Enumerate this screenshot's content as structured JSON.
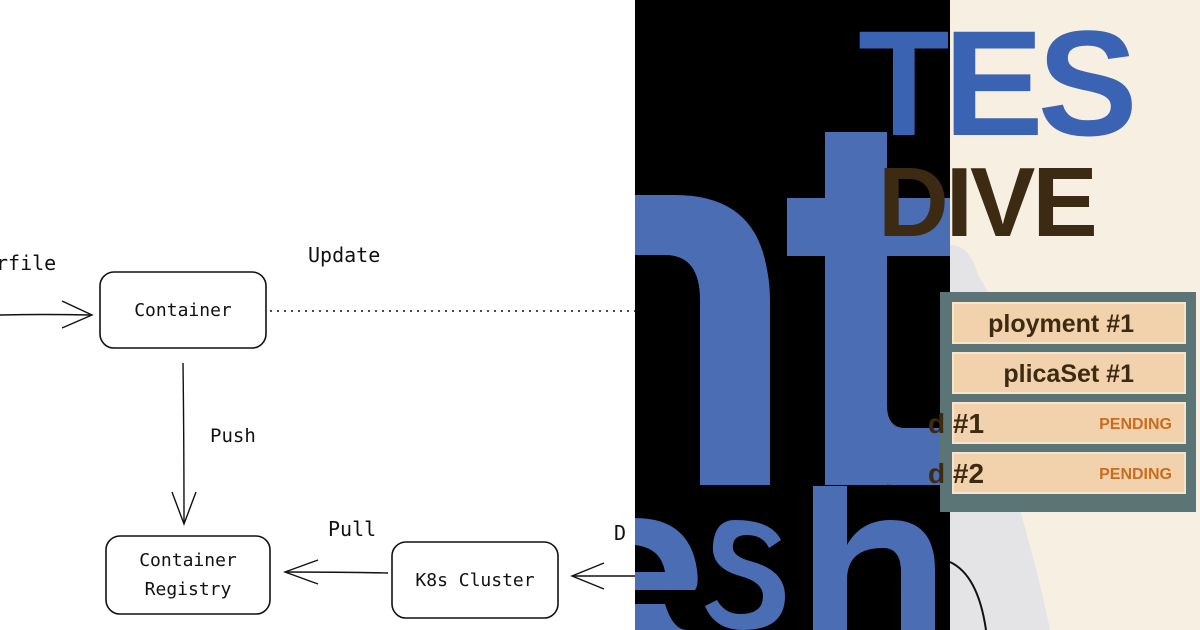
{
  "diagram": {
    "edge_labels": {
      "dockerfile": "rfile",
      "update": "Update",
      "push": "Push",
      "pull": "Pull",
      "deploy": "D"
    },
    "nodes": {
      "container": "Container",
      "registry_line1": "Container",
      "registry_line2": "Registry",
      "cluster": "K8s Cluster"
    }
  },
  "logo": {
    "top_text": "nt",
    "bottom_text": "esh",
    "color": "#4a6db3",
    "background": "#000000"
  },
  "title": {
    "line1": "TES",
    "line2": "DIVE",
    "line1_color": "#3b63b3",
    "line2_color": "#3d2a12"
  },
  "resources": [
    {
      "label": "ployment #1",
      "status": ""
    },
    {
      "label": "plicaSet #1",
      "status": ""
    },
    {
      "label": "d #1",
      "status": "PENDING"
    },
    {
      "label": "d #2",
      "status": "PENDING"
    }
  ]
}
